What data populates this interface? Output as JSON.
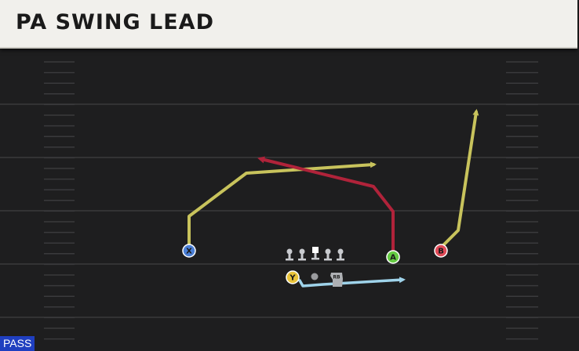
{
  "title": "PA SWING LEAD",
  "tag": "PASS",
  "players": {
    "x": {
      "label": "X",
      "color": "#4a7fd6"
    },
    "y": {
      "label": "Y",
      "color": "#e8c33a"
    },
    "a": {
      "label": "A",
      "color": "#66cc44"
    },
    "b": {
      "label": "B",
      "color": "#e04a57"
    },
    "rb": {
      "label": "RB",
      "color": "#aeb0b4"
    }
  },
  "colors": {
    "field": "#1e1e1f",
    "yard_line": "#3a3a3c",
    "route_x": "#c8c35c",
    "route_b": "#c8c35c",
    "route_a": "#b0233a",
    "route_rb": "#9fd3ea",
    "lineman": "#c9cbcf",
    "center": "#ffffff",
    "qb": "#9a9b9e",
    "tag_bg": "#1f3fc0"
  }
}
